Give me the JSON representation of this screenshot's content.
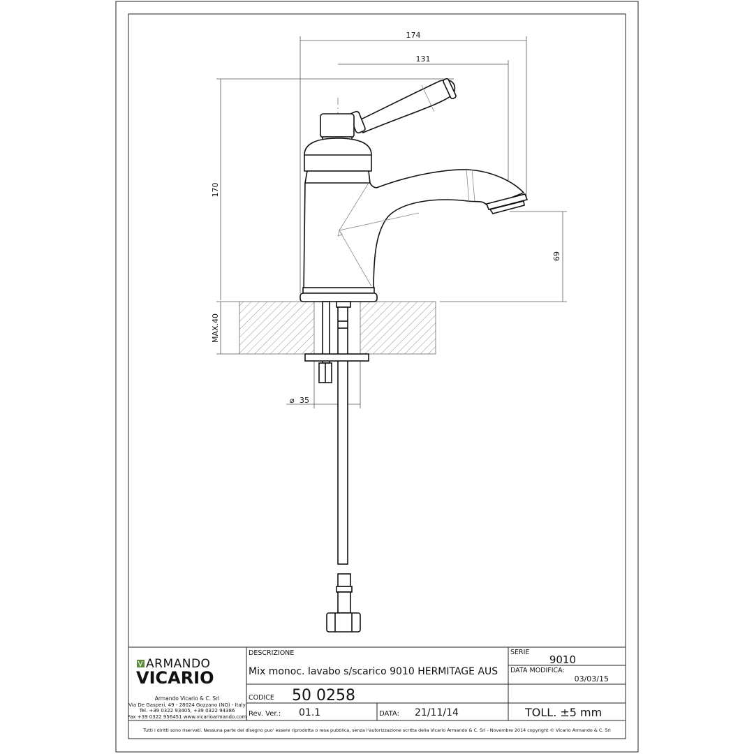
{
  "dimensions": {
    "overall_width": "174",
    "spout_reach": "131",
    "height": "170",
    "spout_height": "69",
    "max_deck": "MAX.40",
    "hole_diameter": "35",
    "diameter_symbol": "⌀"
  },
  "title_block": {
    "logo": {
      "line1": "ARMANDO",
      "line2": "VICARIO"
    },
    "company": {
      "name": "Armando Vicario & C. Srl",
      "address": "Via De Gasperi, 49 - 28024 Gozzano (NO) - Italy",
      "tel": "Tel. +39 0322 93405, +39 0322 94386",
      "fax": "Fax +39 0322 956451 www.vicarioarmando.com"
    },
    "descrizione_label": "DESCRIZIONE",
    "descrizione": "Mix monoc. lavabo s/scarico 9010 HERMITAGE AUS",
    "serie_label": "SERIE",
    "serie": "9010",
    "data_modifica_label": "DATA MODIFICA:",
    "data_modifica": "03/03/15",
    "codice_label": "CODICE",
    "codice": "50 0258",
    "rev_label": "Rev. Ver.:",
    "rev": "01.1",
    "data_label": "DATA:",
    "data": "21/11/14",
    "tolerance": "TOLL. ±5 mm",
    "footer": "Tutti i diritti sono riservati. Nessuna parte del disegno puo' essere riprodotta o resa pubblica, senza l'autorizzazione scritta della Vicario Armando & C. Srl - Novembre 2014 copyright © Vicario Armando & C. Srl"
  },
  "colors": {
    "logo_green": "#5a8a3a",
    "line": "#111111"
  }
}
